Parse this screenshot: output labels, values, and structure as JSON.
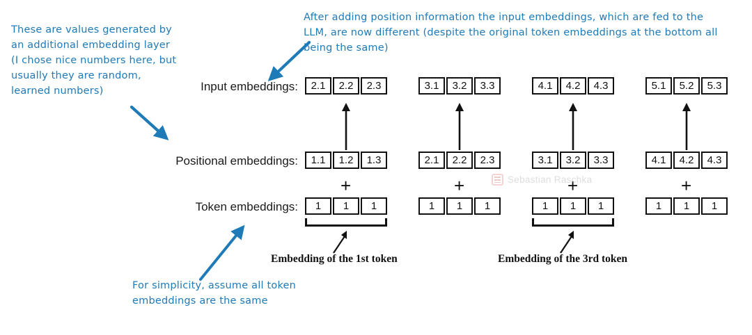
{
  "diagram": {
    "title": "Token and positional embeddings sum to input embeddings",
    "accent_blue": "#1f7ab8",
    "ink_black": "#111111"
  },
  "annotations": {
    "left": "These are values generated by an additional embedding layer (I chose nice numbers here, but usually they are random, learned numbers)",
    "top": "After adding position information the input embeddings, which are fed to the LLM, are now different (despite the original token embeddings at the bottom all being the same)",
    "bottom": "For simplicity, assume all token embeddings are the same"
  },
  "rows": {
    "input": {
      "label": "Input embeddings:",
      "groups": [
        [
          "2.1",
          "2.2",
          "2.3"
        ],
        [
          "3.1",
          "3.2",
          "3.3"
        ],
        [
          "4.1",
          "4.2",
          "4.3"
        ],
        [
          "5.1",
          "5.2",
          "5.3"
        ]
      ]
    },
    "positional": {
      "label": "Positional embeddings:",
      "groups": [
        [
          "1.1",
          "1.2",
          "1.3"
        ],
        [
          "2.1",
          "2.2",
          "2.3"
        ],
        [
          "3.1",
          "3.2",
          "3.3"
        ],
        [
          "4.1",
          "4.2",
          "4.3"
        ]
      ]
    },
    "token": {
      "label": "Token embeddings:",
      "groups": [
        [
          "1",
          "1",
          "1"
        ],
        [
          "1",
          "1",
          "1"
        ],
        [
          "1",
          "1",
          "1"
        ],
        [
          "1",
          "1",
          "1"
        ]
      ]
    }
  },
  "operators": {
    "plus": "+",
    "count": 4
  },
  "captions": [
    {
      "text": "Embedding of the 1st token",
      "group_index": 0
    },
    {
      "text": "Embedding of the 3rd token",
      "group_index": 2
    }
  ],
  "watermark": {
    "text": "Sebastian Raschka",
    "color": "#b6b6b6"
  }
}
